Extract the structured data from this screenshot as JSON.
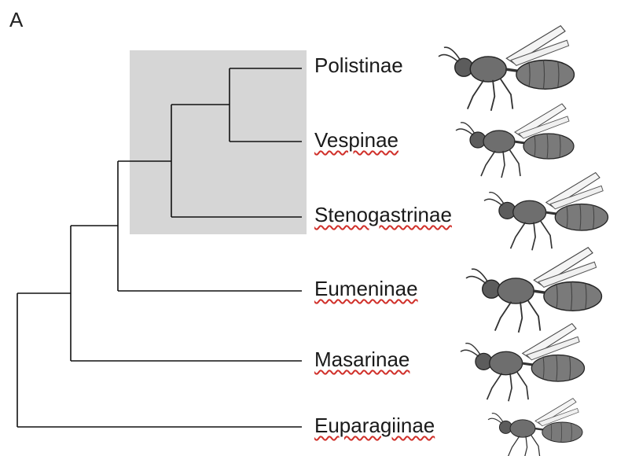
{
  "figure": {
    "panel_label": "A",
    "highlight_color": "#d6d6d6",
    "line_color": "#111111",
    "spellcheck_underline_color": "#d0302a"
  },
  "taxa": [
    {
      "name": "Polistinae",
      "spellcheck_flag": false
    },
    {
      "name": "Vespinae",
      "spellcheck_flag": true
    },
    {
      "name": "Stenogastrinae",
      "spellcheck_flag": true
    },
    {
      "name": "Eumeninae",
      "spellcheck_flag": true
    },
    {
      "name": "Masarinae",
      "spellcheck_flag": true
    },
    {
      "name": "Euparagiinae",
      "spellcheck_flag": true
    }
  ],
  "illustrations": [
    "wasp-illustration",
    "wasp-illustration",
    "wasp-illustration",
    "wasp-illustration",
    "wasp-illustration",
    "wasp-illustration"
  ]
}
